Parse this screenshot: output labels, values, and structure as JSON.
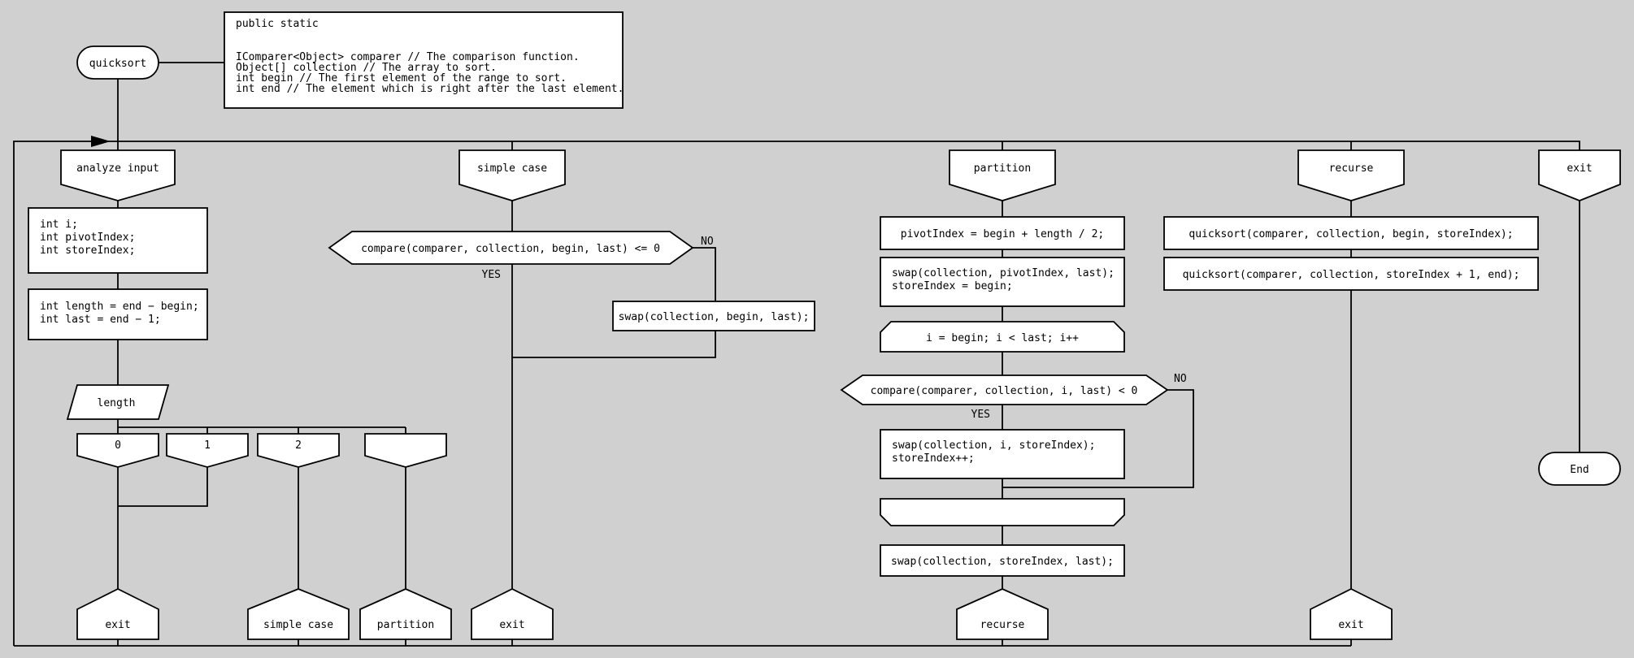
{
  "colors": {
    "background": "#d0d0d0",
    "node_fill": "#ffffff",
    "line": "#000000"
  },
  "start": {
    "label": "quicksort"
  },
  "comment": {
    "lines": [
      "public static",
      "IComparer<Object> comparer // The comparison function.",
      "Object[] collection // The array to sort.",
      "int begin // The first element of the range to sort.",
      "int end // The element which is right after the last element."
    ]
  },
  "analyze": {
    "header": "analyze input",
    "declarations": [
      "int i;",
      "int pivotIndex;",
      "int storeIndex;"
    ],
    "init": [
      "int length = end − begin;",
      "int last = end − 1;"
    ],
    "choice": "length",
    "cases": [
      "0",
      "1",
      "2",
      ""
    ]
  },
  "simple": {
    "header": "simple case",
    "condition": "compare(comparer, collection, begin, last) <= 0",
    "no": "NO",
    "yes": "YES",
    "swap": "swap(collection, begin, last);"
  },
  "partition": {
    "header": "partition",
    "pivot": "pivotIndex = begin + length / 2;",
    "setup": [
      "swap(collection, pivotIndex, last);",
      "storeIndex = begin;"
    ],
    "loop": "i = begin; i < last; i++",
    "condition": "compare(comparer, collection, i, last) < 0",
    "no": "NO",
    "yes": "YES",
    "swap_store": [
      "swap(collection, i, storeIndex);",
      "storeIndex++;"
    ],
    "final_swap": "swap(collection, storeIndex, last);"
  },
  "recurse": {
    "header": "recurse",
    "call1": "quicksort(comparer, collection, begin, storeIndex);",
    "call2": "quicksort(comparer, collection, storeIndex + 1, end);"
  },
  "exit": {
    "header": "exit",
    "end": "End"
  },
  "addresses": [
    "exit",
    "simple case",
    "partition",
    "exit",
    "recurse",
    "exit"
  ]
}
